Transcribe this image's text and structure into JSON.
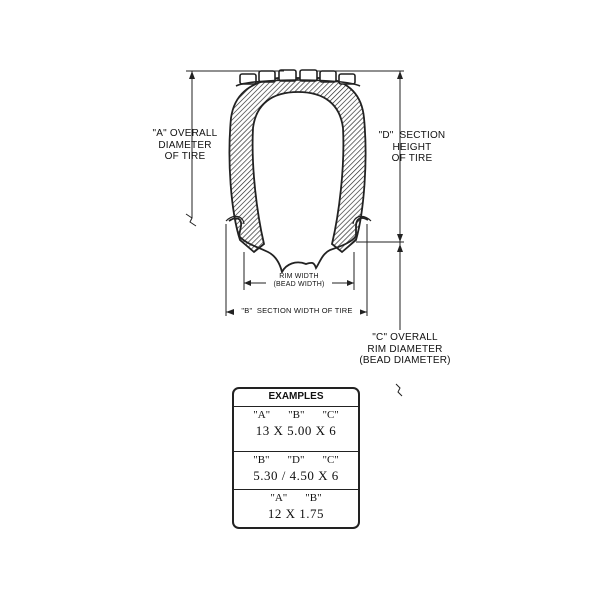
{
  "diagram": {
    "label_a": "\"A\" OVERALL\nDIAMETER\nOF TIRE",
    "label_d": "\"D\"  SECTION\nHEIGHT\nOF TIRE",
    "label_rim_width": "RIM WIDTH\n(BEAD WIDTH)",
    "label_b": "\"B\"  SECTION WIDTH OF TIRE",
    "label_c": "\"C\" OVERALL\nRIM DIAMETER\n(BEAD DIAMETER)"
  },
  "examples": {
    "title": "EXAMPLES",
    "rows": [
      {
        "letters": [
          "\"A\"",
          "\"B\"",
          "\"C\""
        ],
        "value": "13 X 5.00  X 6"
      },
      {
        "letters": [
          "\"B\"",
          "\"D\"",
          "\"C\""
        ],
        "value": "5.30 / 4.50  X 6"
      },
      {
        "letters": [
          "\"A\"",
          "\"B\""
        ],
        "value": "12 X 1.75"
      }
    ]
  },
  "colors": {
    "ink": "#222222",
    "background": "#ffffff"
  }
}
